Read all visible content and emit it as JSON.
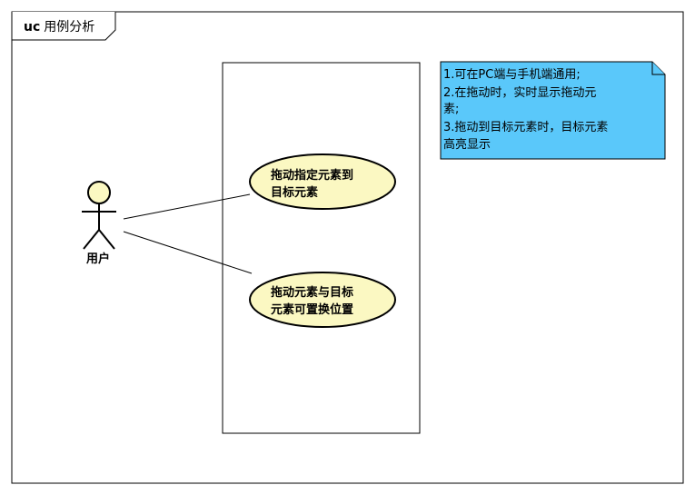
{
  "frame": {
    "keyword": "uc",
    "name": "用例分析"
  },
  "actor": {
    "label": "用户"
  },
  "use_cases": [
    {
      "lines": [
        "拖动指定元素到",
        "目标元素"
      ]
    },
    {
      "lines": [
        "拖动元素与目标",
        "元素可置换位置"
      ]
    }
  ],
  "note": {
    "lines": [
      "1.可在PC端与手机端通用;",
      "2.在拖动时，实时显示拖动元",
      "素;",
      "3.拖动到目标元素时，目标元素",
      "高亮显示"
    ]
  },
  "colors": {
    "use_case_fill": "#fbf8c2",
    "actor_head_fill": "#fbf8c2",
    "note_fill": "#5ac8fa",
    "stroke": "#000000"
  }
}
